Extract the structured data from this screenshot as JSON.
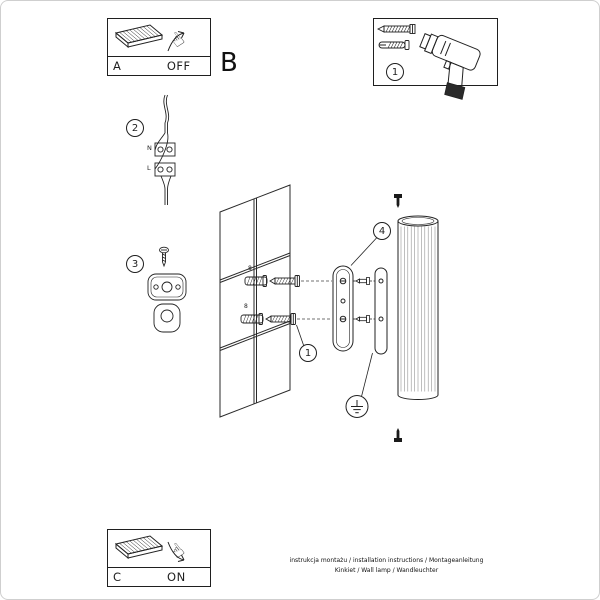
{
  "colors": {
    "ink": "#1f1f1f"
  },
  "icons": {
    "hand": "☝"
  },
  "panels": {
    "switch_off": {
      "label": "A",
      "state": "OFF"
    },
    "switch_on": {
      "label": "C",
      "state": "ON"
    },
    "section": {
      "label": "B"
    },
    "tools": {
      "badge": "1"
    }
  },
  "steps": {
    "wiring": {
      "badge": "2",
      "terminal_n": "N",
      "terminal_l": "L"
    },
    "bracket": {
      "badge": "3"
    },
    "anchors": {
      "badge": "1",
      "size_label": "8"
    },
    "mounting": {
      "badge": "4"
    }
  },
  "footer": {
    "line1": "instrukcja montażu / installation instructions / Montageanleitung",
    "line2": "Kinkiet / Wall lamp / Wandleuchter"
  }
}
